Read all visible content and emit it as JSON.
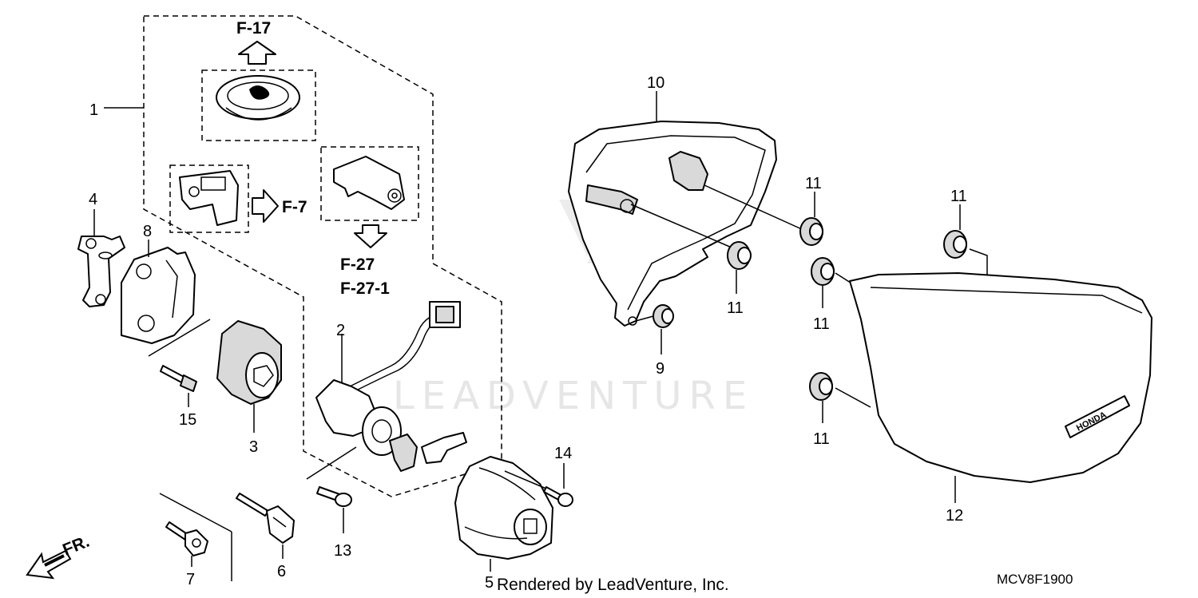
{
  "callouts": {
    "p1": "1",
    "p2": "2",
    "p3": "3",
    "p4": "4",
    "p5": "5",
    "p6": "6",
    "p7": "7",
    "p8": "8",
    "p9": "9",
    "p10": "10",
    "p11a": "11",
    "p11b": "11",
    "p11c": "11",
    "p11d": "11",
    "p11e": "11",
    "p12": "12",
    "p13": "13",
    "p14": "14",
    "p15": "15"
  },
  "references": {
    "f17": "F-17",
    "f7": "F-7",
    "f27": "F-27",
    "f27_1": "F-27-1"
  },
  "direction_label": "FR.",
  "cover_logo": "HONDA",
  "watermark": "LEADVENTURE",
  "footer_credit": "Rendered by LeadVenture, Inc.",
  "diagram_code": "MCV8F1900"
}
